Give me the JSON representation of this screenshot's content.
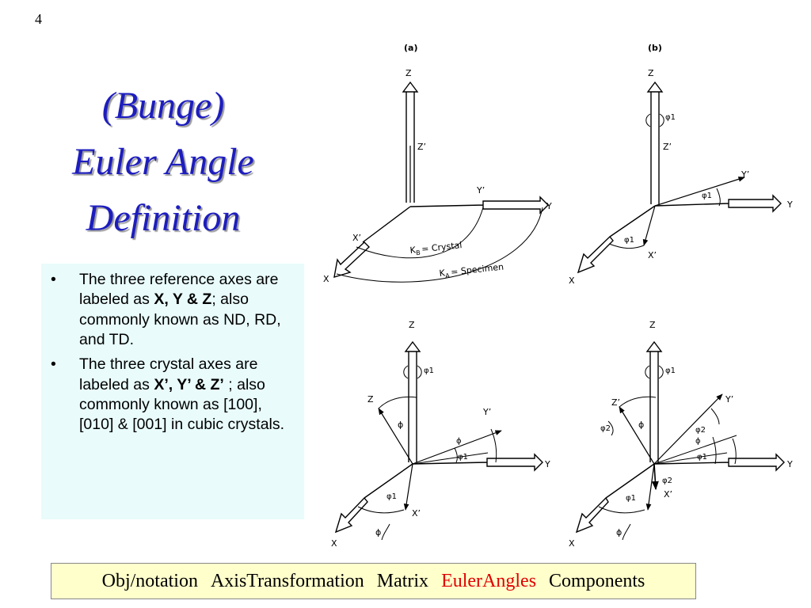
{
  "slide_number": "4",
  "title": {
    "lines": [
      "(Bunge)",
      "Euler Angle",
      "Definition"
    ]
  },
  "bullets": [
    {
      "pre": "The three reference axes are labeled as ",
      "bold": "X, Y & Z",
      "post": "; also commonly known as ND, RD, and TD."
    },
    {
      "pre": "The three crystal axes are labeled as ",
      "bold": "X’, Y’ & Z’",
      "post": " ; also commonly known as [100], [010] & [001] in cubic crystals."
    }
  ],
  "bullet_symbol": "•",
  "figure": {
    "panel_a": "(a)",
    "panel_b": "(b)",
    "kb_label": "K",
    "kb_sub": "B",
    "kb_text": "= Crystal",
    "ka_label": "K",
    "ka_sub": "A",
    "ka_text": "= Specimen",
    "axis_x": "X",
    "axis_y": "Y",
    "axis_z": "Z",
    "axis_xp": "X’",
    "axis_yp": "Y’",
    "axis_zp": "Z’",
    "phi1": "φ1",
    "phi2": "φ2",
    "Phi": "ϕ"
  },
  "footer": {
    "links": [
      "Obj/notation",
      "AxisTransformation",
      "Matrix",
      "EulerAngles",
      "Components"
    ],
    "active_index": 3,
    "active_color": "#e00000"
  }
}
